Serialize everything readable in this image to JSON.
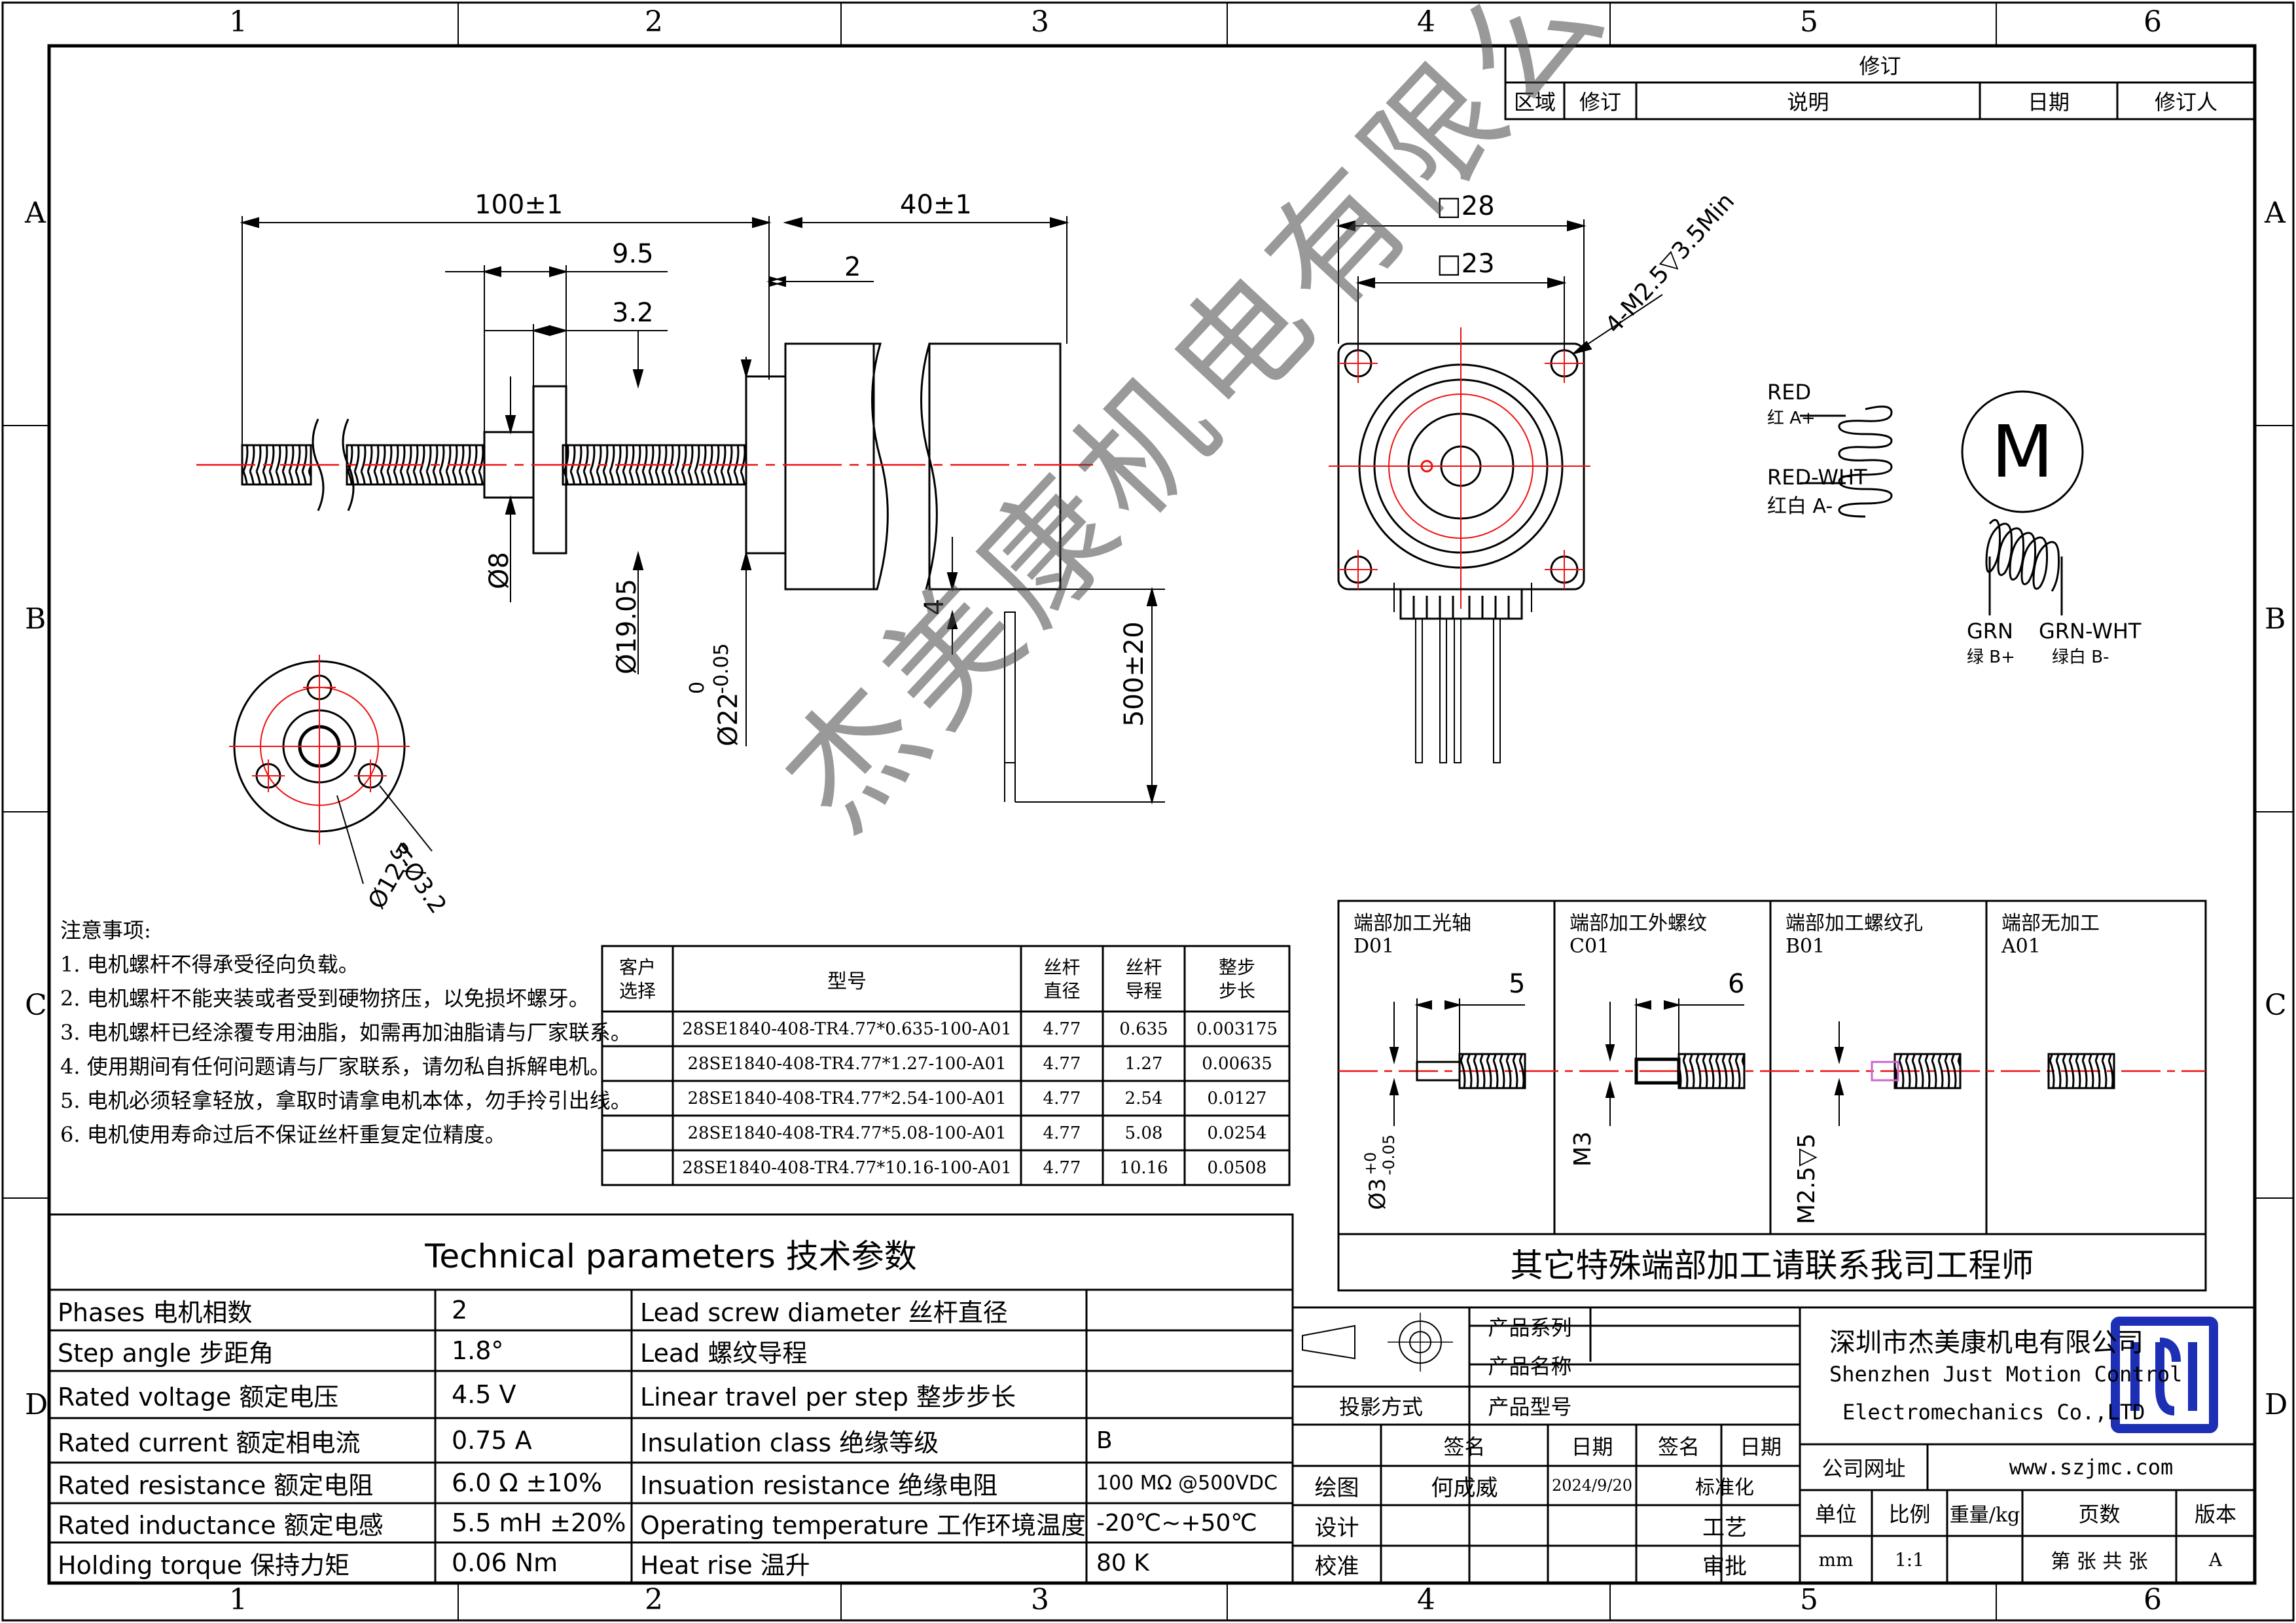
{
  "zones": {
    "top": [
      "1",
      "2",
      "3",
      "4",
      "5",
      "6"
    ],
    "side": [
      "A",
      "B",
      "C",
      "D"
    ]
  },
  "revision": {
    "title": "修订",
    "headers": [
      "区域",
      "修订",
      "说明",
      "日期",
      "修订人"
    ]
  },
  "dims": {
    "overall": "100±1",
    "motor_len": "40±1",
    "d95": "9.5",
    "d32": "3.2",
    "d2": "2",
    "dia8": "Ø8",
    "dia1905": "Ø19.05",
    "dia22_main": "Ø22",
    "dia22_tol_top": "0",
    "dia22_tol_bot": "-0.05",
    "d4": "4",
    "lead": "500±20",
    "sq28": "□28",
    "sq23": "□23",
    "holes": "4-M2.5▽3.5Min",
    "nut_dia": "Ø12.7",
    "nut_holes": "3-Ø3.2"
  },
  "wiring": {
    "red": "RED",
    "red_cn": "红  A+",
    "redwht": "RED-WHT",
    "redwht_cn": "红白  A-",
    "motor": "M",
    "grn": "GRN",
    "grn_cn": "绿  B+",
    "grnwht": "GRN-WHT",
    "grnwht_cn": "绿白  B-"
  },
  "notes": {
    "title": "注意事项:",
    "items": [
      "1. 电机螺杆不得承受径向负载。",
      "2. 电机螺杆不能夹装或者受到硬物挤压，以免损坏螺牙。",
      "3. 电机螺杆已经涂覆专用油脂，如需再加油脂请与厂家联系。",
      "4. 使用期间有任何问题请与厂家联系，请勿私自拆解电机。",
      "5. 电机必须轻拿轻放，拿取时请拿电机本体，勿手拎引出线。",
      "6. 电机使用寿命过后不保证丝杆重复定位精度。"
    ]
  },
  "model_table": {
    "headers": [
      "客户\n选择",
      "型号",
      "丝杆\n直径",
      "丝杆\n导程",
      "整步\n步长"
    ],
    "rows": [
      [
        "",
        "28SE1840-408-TR4.77*0.635-100-A01",
        "4.77",
        "0.635",
        "0.003175"
      ],
      [
        "",
        "28SE1840-408-TR4.77*1.27-100-A01",
        "4.77",
        "1.27",
        "0.00635"
      ],
      [
        "",
        "28SE1840-408-TR4.77*2.54-100-A01",
        "4.77",
        "2.54",
        "0.0127"
      ],
      [
        "",
        "28SE1840-408-TR4.77*5.08-100-A01",
        "4.77",
        "5.08",
        "0.0254"
      ],
      [
        "",
        "28SE1840-408-TR4.77*10.16-100-A01",
        "4.77",
        "10.16",
        "0.0508"
      ]
    ]
  },
  "end_options": {
    "items": [
      {
        "title": "端部加工光轴",
        "code": "D01",
        "dim": "5",
        "side": "Ø3",
        "side_tol_top": "+0",
        "side_tol_bot": "-0.05"
      },
      {
        "title": "端部加工外螺纹",
        "code": "C01",
        "dim": "6",
        "side": "M3"
      },
      {
        "title": "端部加工螺纹孔",
        "code": "B01",
        "side": "M2.5▽5"
      },
      {
        "title": "端部无加工",
        "code": "A01"
      }
    ],
    "footer": "其它特殊端部加工请联系我司工程师"
  },
  "tech": {
    "title": "Technical parameters 技术参数",
    "rows": [
      [
        "Phases 电机相数",
        "2",
        "Lead screw diameter 丝杆直径",
        ""
      ],
      [
        "Step angle 步距角",
        "1.8°",
        "Lead 螺纹导程",
        ""
      ],
      [
        "Rated voltage 额定电压",
        "4.5 V",
        "Linear travel per step 整步步长",
        ""
      ],
      [
        "Rated current 额定相电流",
        "0.75 A",
        "Insulation class 绝缘等级",
        "B"
      ],
      [
        "Rated resistance 额定电阻",
        "6.0 Ω  ±10%",
        "Insuation resistance 绝缘电阻",
        "100 MΩ @500VDC"
      ],
      [
        "Rated inductance 额定电感",
        "5.5 mH ±20%",
        "Operating temperature 工作环境温度",
        "-20℃~+50℃"
      ],
      [
        "Holding torque 保持力矩",
        "0.06 Nm",
        "Heat rise 温升",
        "80 K"
      ]
    ]
  },
  "title_block": {
    "series": "产品系列",
    "name": "产品名称",
    "projection": "投影方式",
    "model": "产品型号",
    "sign": "签名",
    "date": "日期",
    "sign2": "签名",
    "date2": "日期",
    "draw": "绘图",
    "drawer": "何成威",
    "draw_date": "2024/9/20",
    "std": "标准化",
    "design": "设计",
    "process": "工艺",
    "check": "校准",
    "approve": "审批",
    "company_cn": "深圳市杰美康机电有限公司",
    "company_en1": "Shenzhen Just Motion Control",
    "company_en2": "Electromechanics Co.,LTD",
    "web_label": "公司网址",
    "web": "www.szjmc.com",
    "unit": "单位",
    "ratio": "比例",
    "weight": "重量/kg",
    "pages": "页数",
    "version": "版本",
    "unit_v": "mm",
    "ratio_v": "1:1",
    "pages_v": "第 张 共 张",
    "version_v": "A"
  },
  "watermark": "杰美康机电有限公司"
}
